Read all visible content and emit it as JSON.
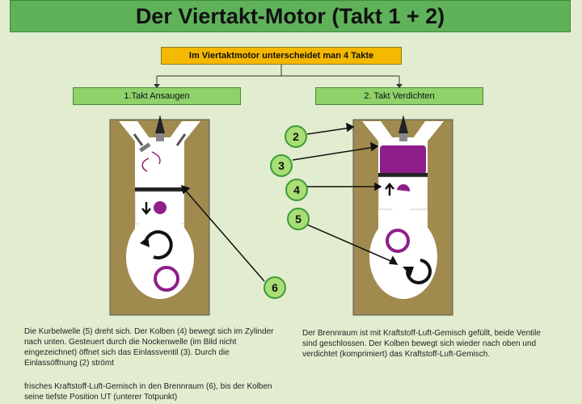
{
  "title": "Der Viertakt-Motor (Takt 1 + 2)",
  "top_box": "Im Viertaktmotor unterscheidet man 4 Takte",
  "takt1_label": "1.Takt  Ansaugen",
  "takt2_label": "2. Takt Verdichten",
  "callouts": [
    "2",
    "3",
    "4",
    "5",
    "6"
  ],
  "text_left_1": "Die Kurbelwelle (5) dreht sich. Der Kolben (4) bewegt sich im Zylinder nach unten. Gesteuert durch die Nockenwelle (im Bild nicht eingezeichnet) öffnet sich das Einlassventil (3). Durch die Einlassöffnung (2) strömt",
  "text_left_2": "frisches Kraftstoff-Luft-Gemisch in den Brennraum (6), bis der Kolben seine tiefste Position UT (unterer Totpunkt)",
  "text_right": "Der Brennraum ist mit Kraftstoff-Luft-Gemisch gefüllt, beide Ventile sind geschlossen. Der Kolben bewegt sich wieder nach oben und verdichtet (komprimiert) das Kraftstoff-Luft-Gemisch."
}
